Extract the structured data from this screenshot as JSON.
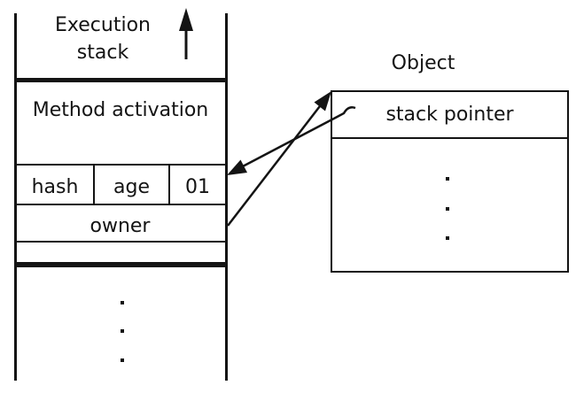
{
  "colors": {
    "ink": "#141414",
    "background": "#ffffff"
  },
  "stack": {
    "title": "Execution stack",
    "method_row": "Method activation",
    "header_cells": [
      "hash",
      "age",
      "01"
    ],
    "owner_row": "owner"
  },
  "object": {
    "title": "Object",
    "pointer_row": "stack pointer"
  }
}
